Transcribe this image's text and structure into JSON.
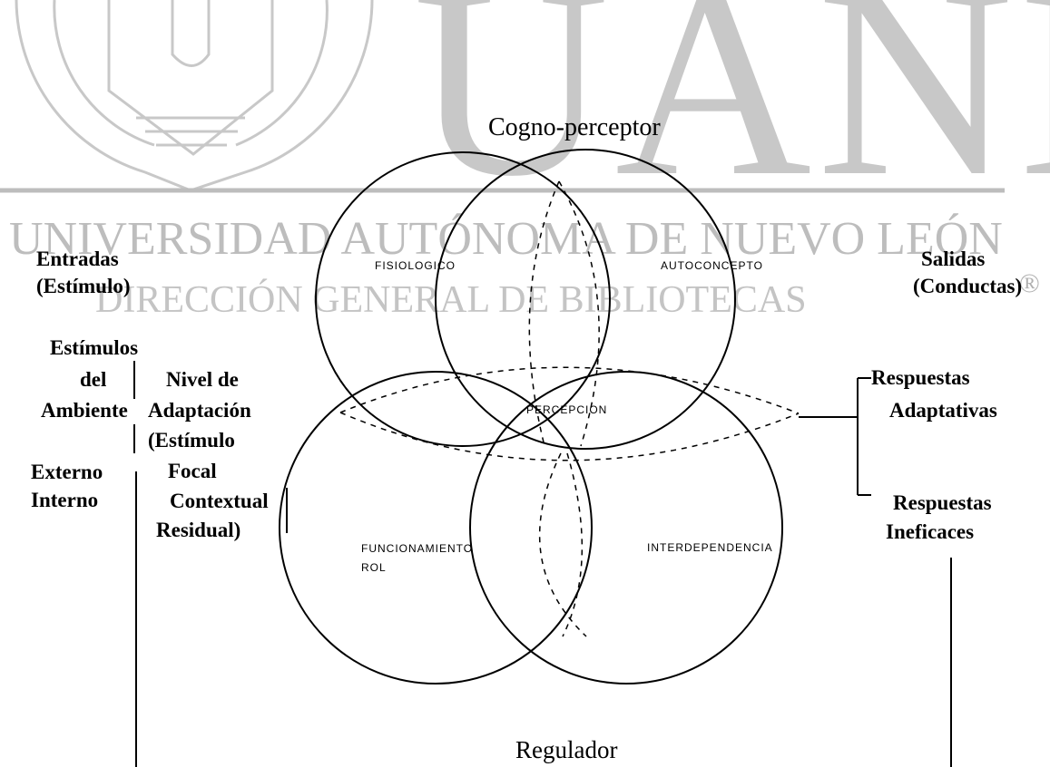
{
  "watermark": {
    "big": "UANL",
    "university": "UNIVERSIDAD AUTÓNOMA DE NUEVO LEÓN",
    "direction": "DIRECCIÓN GENERAL DE BIBLIOTECAS",
    "registered": "®"
  },
  "diagram": {
    "top_label": "Cogno-perceptor",
    "bottom_label": "Regulador",
    "modes": {
      "physiological": "FISIOLOGICO",
      "self_concept": "AUTOCONCEPTO",
      "perception": "PERCEPCION",
      "role_function": "FUNCIONAMIENTO",
      "role_function_line2": "ROL",
      "interdependence": "INTERDEPENDENCIA"
    },
    "inputs": {
      "title_line1": "Entradas",
      "title_line2": "(Estímulo)",
      "stimuli_line1": "Estímulos",
      "stimuli_line2": "del",
      "stimuli_line3": "Ambiente",
      "external": "Externo",
      "internal": "Interno",
      "adaptation_line1": "Nivel de",
      "adaptation_line2": "Adaptación",
      "adaptation_line3": "(Estímulo",
      "adaptation_line4": "Focal",
      "adaptation_line5": "Contextual",
      "adaptation_line6": "Residual)"
    },
    "outputs": {
      "title_line1": "Salidas",
      "title_line2": "(Conductas)",
      "adaptive_line1": "Respuestas",
      "adaptive_line2": "Adaptativas",
      "ineffective_line1": "Respuestas",
      "ineffective_line2": "Ineficaces"
    }
  }
}
